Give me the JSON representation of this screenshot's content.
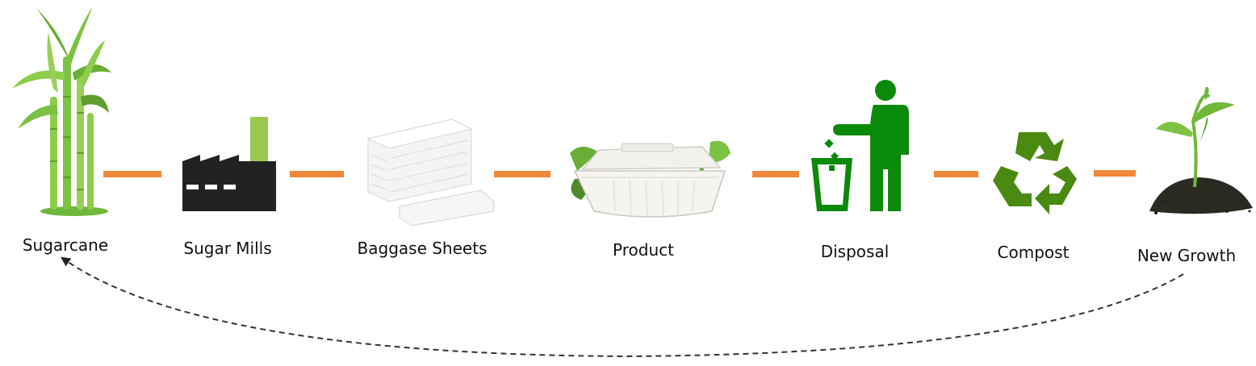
{
  "stages": [
    {
      "id": "sugarcane",
      "label": "Sugarcane",
      "icon": "sugarcane-icon"
    },
    {
      "id": "sugar-mills",
      "label": "Sugar Mills",
      "icon": "factory-icon"
    },
    {
      "id": "baggase-sheets",
      "label": "Baggase Sheets",
      "icon": "paper-sheets-icon"
    },
    {
      "id": "product",
      "label": "Product",
      "icon": "clamshell-container-icon"
    },
    {
      "id": "disposal",
      "label": "Disposal",
      "icon": "trash-disposal-icon"
    },
    {
      "id": "compost",
      "label": "Compost",
      "icon": "recycle-icon"
    },
    {
      "id": "new-growth",
      "label": "New Growth",
      "icon": "seedling-icon"
    }
  ],
  "colors": {
    "connector": "#f0873a",
    "cane_green": "#7cc242",
    "cane_dark": "#4f9a2a",
    "factory": "#222222",
    "chimney": "#9bc94e",
    "disposal_green": "#0a8a0a",
    "recycle_green": "#4a8a12",
    "soil": "#2a2a22",
    "cycle_arrow": "#333333"
  }
}
